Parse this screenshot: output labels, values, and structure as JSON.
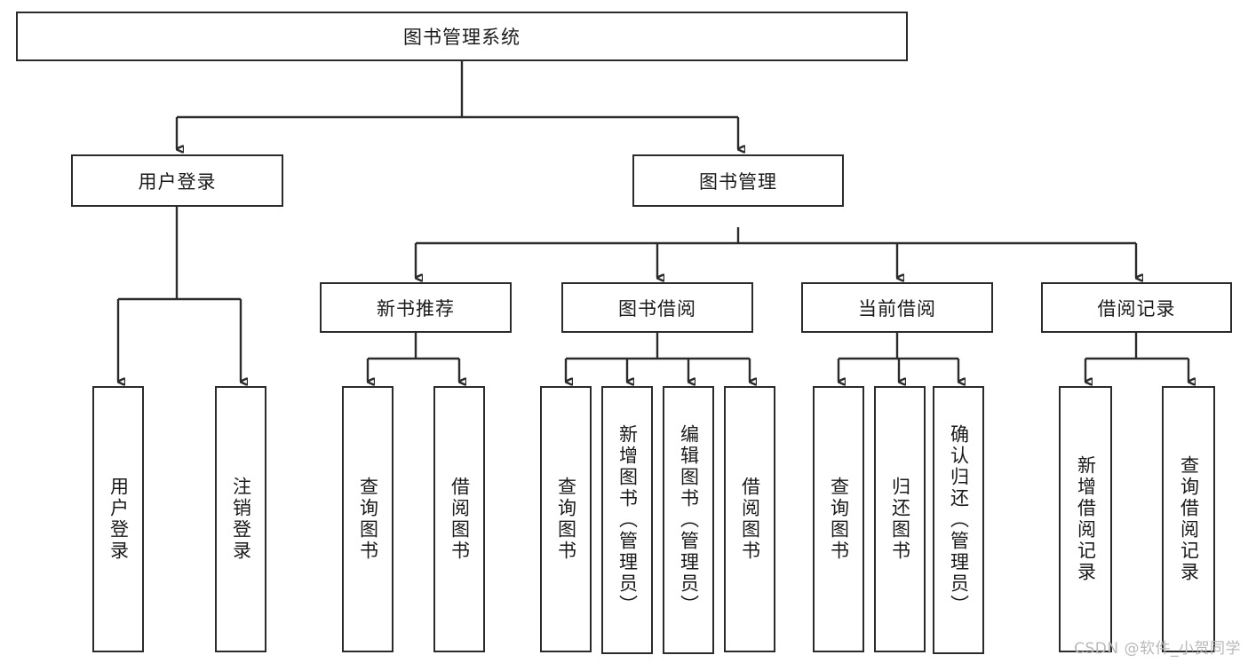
{
  "diagram": {
    "title": "图书管理系统",
    "type": "tree",
    "watermark": "CSDN @软件_小贺同学",
    "colors": {
      "background": "#ffffff",
      "border": "#2b2b2b",
      "text": "#1a1a1a",
      "watermark": "#b9b9b9"
    },
    "nodes": {
      "root": {
        "label": "图书管理系统",
        "level": 0
      },
      "user_login": {
        "label": "用户登录",
        "level": 1
      },
      "book_manage": {
        "label": "图书管理",
        "level": 1
      },
      "new_book_rec": {
        "label": "新书推荐",
        "level": 2
      },
      "book_borrow": {
        "label": "图书借阅",
        "level": 2
      },
      "current_borrow": {
        "label": "当前借阅",
        "level": 2
      },
      "borrow_record": {
        "label": "借阅记录",
        "level": 2
      },
      "leaf_1": {
        "label": "用户登录",
        "level": 3
      },
      "leaf_2": {
        "label": "注销登录",
        "level": 3
      },
      "leaf_3": {
        "label": "查询图书",
        "level": 3
      },
      "leaf_4": {
        "label": "借阅图书",
        "level": 3
      },
      "leaf_5": {
        "label": "查询图书",
        "level": 3
      },
      "leaf_6": {
        "label": "新增图书（管理员）",
        "level": 3
      },
      "leaf_7": {
        "label": "编辑图书（管理员）",
        "level": 3
      },
      "leaf_8": {
        "label": "借阅图书",
        "level": 3
      },
      "leaf_9": {
        "label": "查询图书",
        "level": 3
      },
      "leaf_10": {
        "label": "归还图书",
        "level": 3
      },
      "leaf_11": {
        "label": "确认归还（管理员）",
        "level": 3
      },
      "leaf_12": {
        "label": "新增借阅记录",
        "level": 3
      },
      "leaf_13": {
        "label": "查询借阅记录",
        "level": 3
      }
    },
    "edges": [
      {
        "from": "root",
        "to": "user_login"
      },
      {
        "from": "root",
        "to": "book_manage"
      },
      {
        "from": "user_login",
        "to": "leaf_1"
      },
      {
        "from": "user_login",
        "to": "leaf_2"
      },
      {
        "from": "book_manage",
        "to": "new_book_rec"
      },
      {
        "from": "book_manage",
        "to": "book_borrow"
      },
      {
        "from": "book_manage",
        "to": "current_borrow"
      },
      {
        "from": "book_manage",
        "to": "borrow_record"
      },
      {
        "from": "new_book_rec",
        "to": "leaf_3"
      },
      {
        "from": "new_book_rec",
        "to": "leaf_4"
      },
      {
        "from": "book_borrow",
        "to": "leaf_5"
      },
      {
        "from": "book_borrow",
        "to": "leaf_6"
      },
      {
        "from": "book_borrow",
        "to": "leaf_7"
      },
      {
        "from": "book_borrow",
        "to": "leaf_8"
      },
      {
        "from": "current_borrow",
        "to": "leaf_9"
      },
      {
        "from": "current_borrow",
        "to": "leaf_10"
      },
      {
        "from": "current_borrow",
        "to": "leaf_11"
      },
      {
        "from": "borrow_record",
        "to": "leaf_12"
      },
      {
        "from": "borrow_record",
        "to": "leaf_13"
      }
    ]
  }
}
